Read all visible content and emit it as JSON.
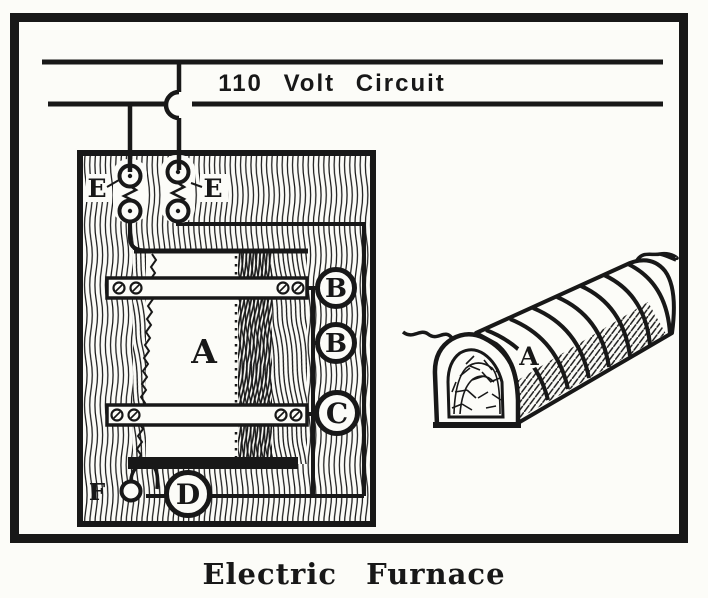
{
  "figure": {
    "circuit_label": "110 Volt Circuit",
    "caption": "Electric Furnace",
    "board": {
      "fuse_label_left": "E",
      "fuse_label_right": "E",
      "tube_label": "A",
      "terminals": {
        "b_upper": "B",
        "b_middle": "B",
        "c": "C",
        "d": "D",
        "f": "F"
      }
    },
    "furnace_3d": {
      "label": "A"
    },
    "colors": {
      "ink": "#181818",
      "paper": "#fcfcf8"
    }
  }
}
